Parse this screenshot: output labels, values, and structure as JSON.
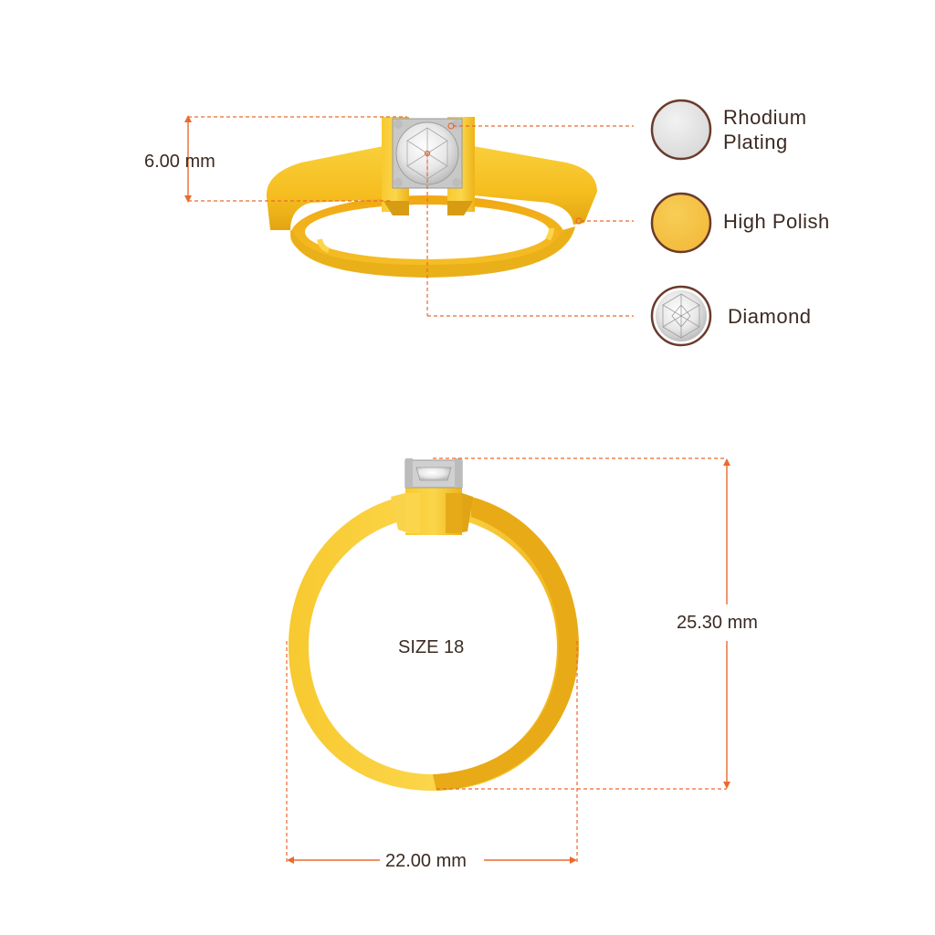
{
  "dimensions": {
    "top_height": "6.00 mm",
    "total_height": "25.30 mm",
    "width": "22.00 mm"
  },
  "size_label": "SIZE 18",
  "materials": [
    {
      "line1": "Rhodium",
      "line2": "Plating",
      "swatch": "#e6e6e6",
      "icon": "rhodium-swatch"
    },
    {
      "line1": "High Polish",
      "line2": "",
      "swatch": "#f5c243",
      "icon": "gold-swatch"
    },
    {
      "line1": "Diamond",
      "line2": "",
      "swatch": "#f2f2f2",
      "icon": "diamond-swatch"
    }
  ],
  "colors": {
    "dimension_line": "#ea6a2e",
    "gold": "#f5c126",
    "gold_dark": "#d39a12",
    "metal_white": "#d9d9d9",
    "swatch_border": "#6a3b2c",
    "text": "#3b2a22"
  }
}
